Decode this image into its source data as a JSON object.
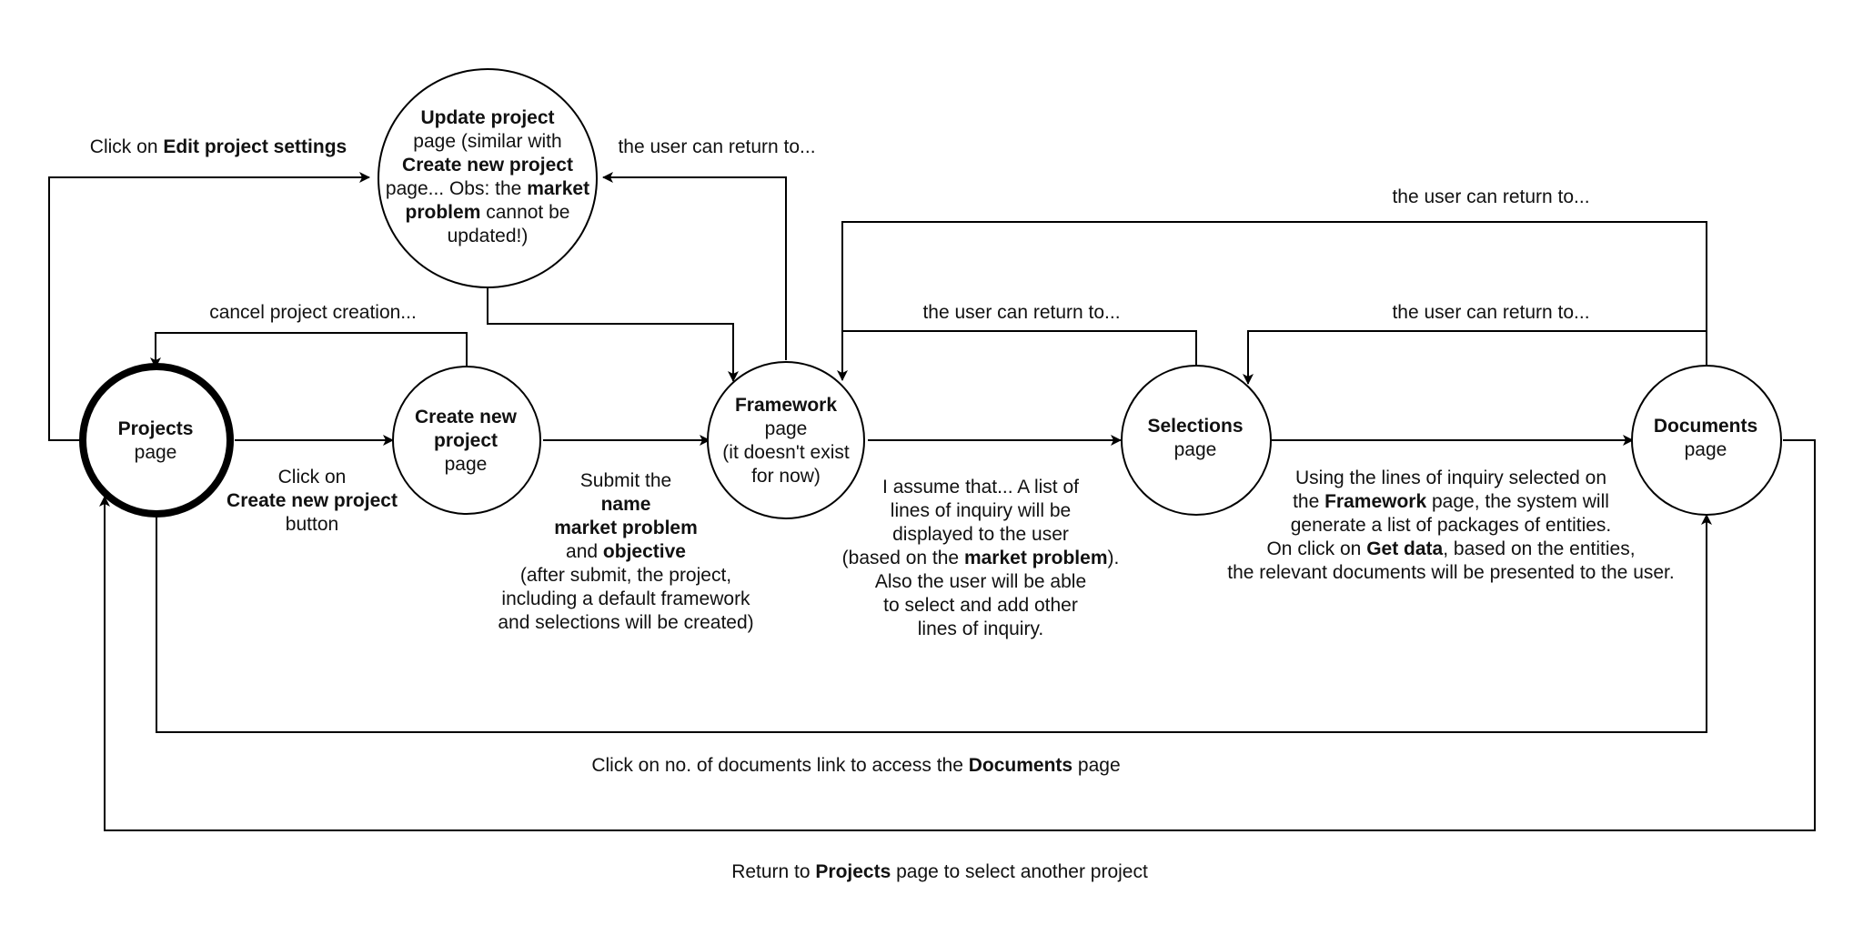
{
  "nodes": {
    "projects": [
      "**Projects**",
      "page"
    ],
    "create": [
      "**Create new**",
      "**project**",
      "page"
    ],
    "framework": [
      "**Framework**",
      "page",
      "(it doesn't exist",
      "for now)"
    ],
    "selections": [
      "**Selections**",
      "page"
    ],
    "documents": [
      "**Documents**",
      "page"
    ],
    "update": [
      "**Update project**",
      "page (similar with",
      "**Create new project**",
      "page... Obs: the **market**",
      "**problem** cannot be",
      "updated!)"
    ]
  },
  "labels": {
    "edit_settings": [
      "Click on **Edit project settings**"
    ],
    "return_update": [
      "the user can return to..."
    ],
    "return_top_documents": [
      "the user can return to..."
    ],
    "cancel_creation": [
      "cancel project creation..."
    ],
    "return_selections": [
      "the user can return to..."
    ],
    "return_documents": [
      "the user can return to..."
    ],
    "click_create": [
      "Click on",
      "**Create new project**",
      "button"
    ],
    "submit": [
      "Submit the",
      "**name**",
      "**market problem**",
      "and **objective**",
      "(after submit, the project,",
      "including a default framework",
      "and selections will be created)"
    ],
    "assume": [
      "I assume that... A list of",
      "lines of inquiry will be",
      "displayed to the user",
      "(based on the **market problem**).",
      "Also the user will be able",
      "to select and add other",
      "lines of inquiry."
    ],
    "using_lines": [
      "Using the lines of inquiry selected on",
      "the **Framework** page, the system will",
      "generate a list of packages of entities.",
      "On click on **Get data**, based on the entities,",
      "the relevant documents will be presented to the user."
    ],
    "docs_link": [
      "Click on no. of documents link to access the **Documents** page"
    ],
    "return_projects": [
      "Return to **Projects** page to select another project"
    ]
  }
}
